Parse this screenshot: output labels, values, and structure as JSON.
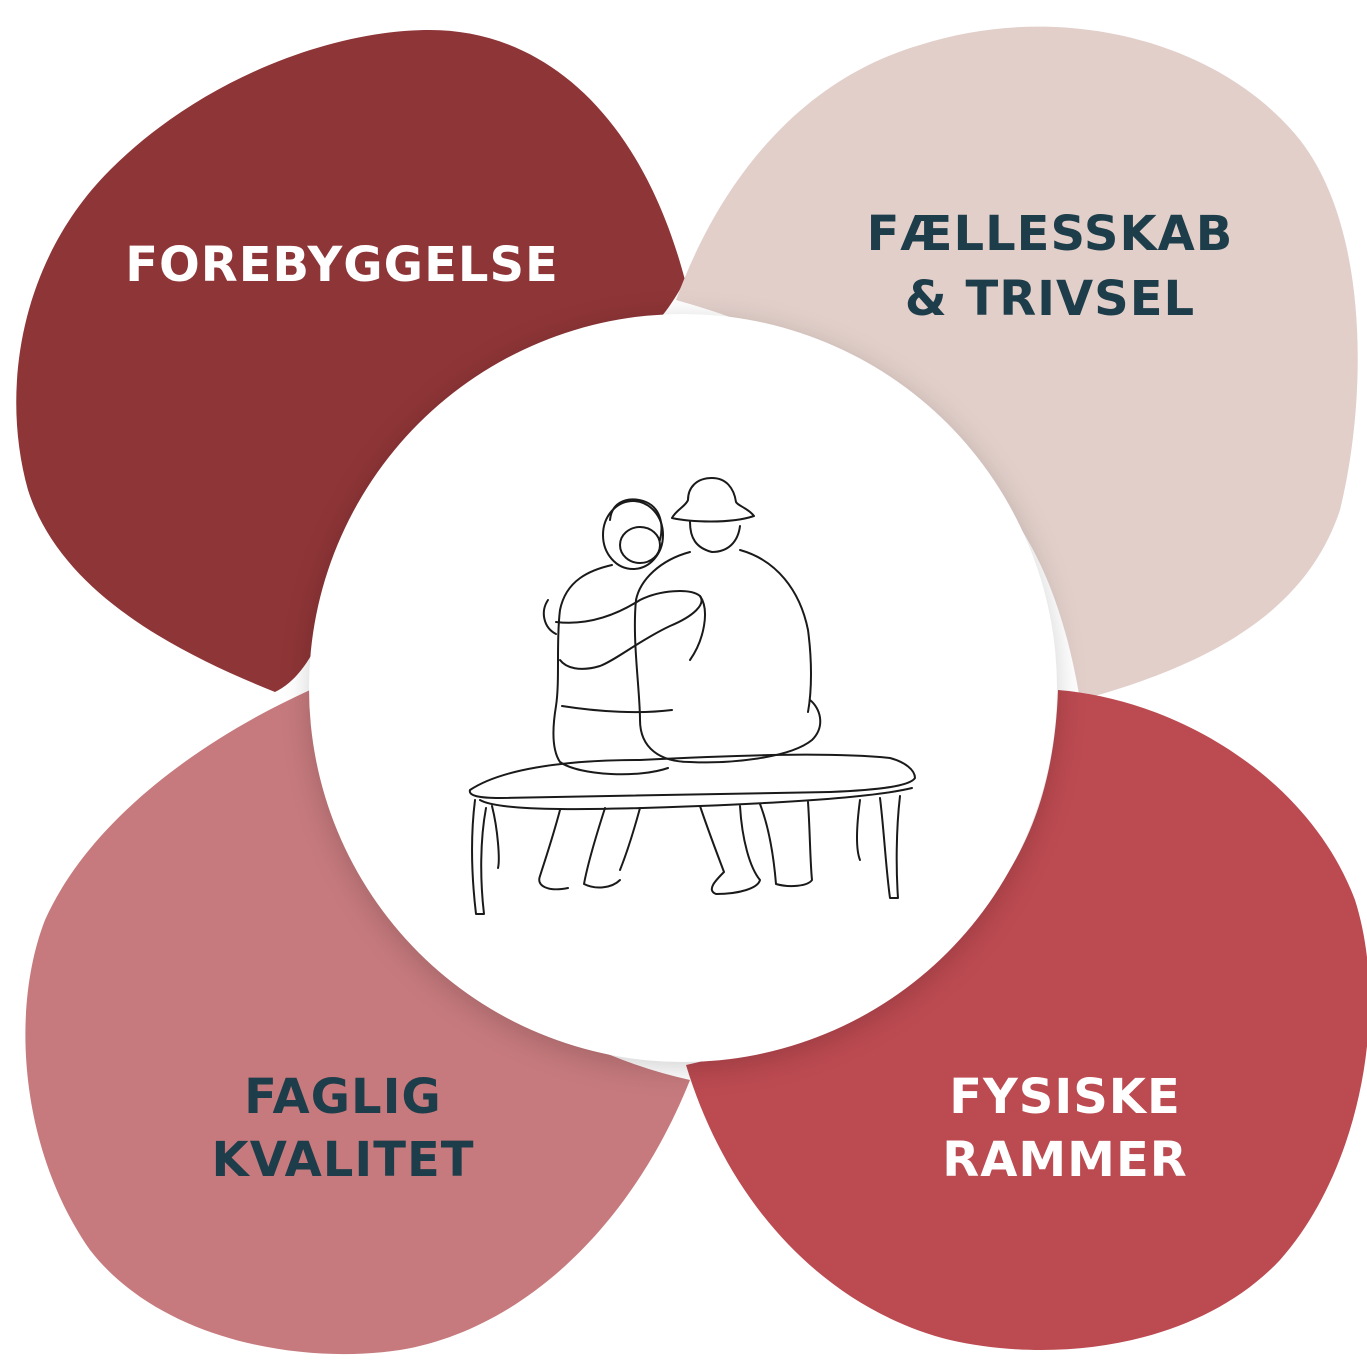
{
  "colors": {
    "forebyggelse_petal": "#8E3537",
    "faellesskab_petal": "#E2CFCA",
    "faglig_petal": "#C67A7D",
    "fysiske_petal": "#BC4A51",
    "light_text": "#FFFFFF",
    "dark_text": "#1E3D4A",
    "center": "#FFFFFF",
    "line_art": "#1A1A1A"
  },
  "petals": {
    "forebyggelse": {
      "lines": [
        "FOREBYGGELSE"
      ]
    },
    "faellesskab": {
      "lines": [
        "FÆLLESSKAB",
        "& TRIVSEL"
      ]
    },
    "faglig": {
      "lines": [
        "FAGLIG",
        "KVALITET"
      ]
    },
    "fysiske": {
      "lines": [
        "FYSISKE",
        "RAMMER"
      ]
    }
  },
  "center": {
    "icon": "elderly-couple-on-bench-icon"
  }
}
